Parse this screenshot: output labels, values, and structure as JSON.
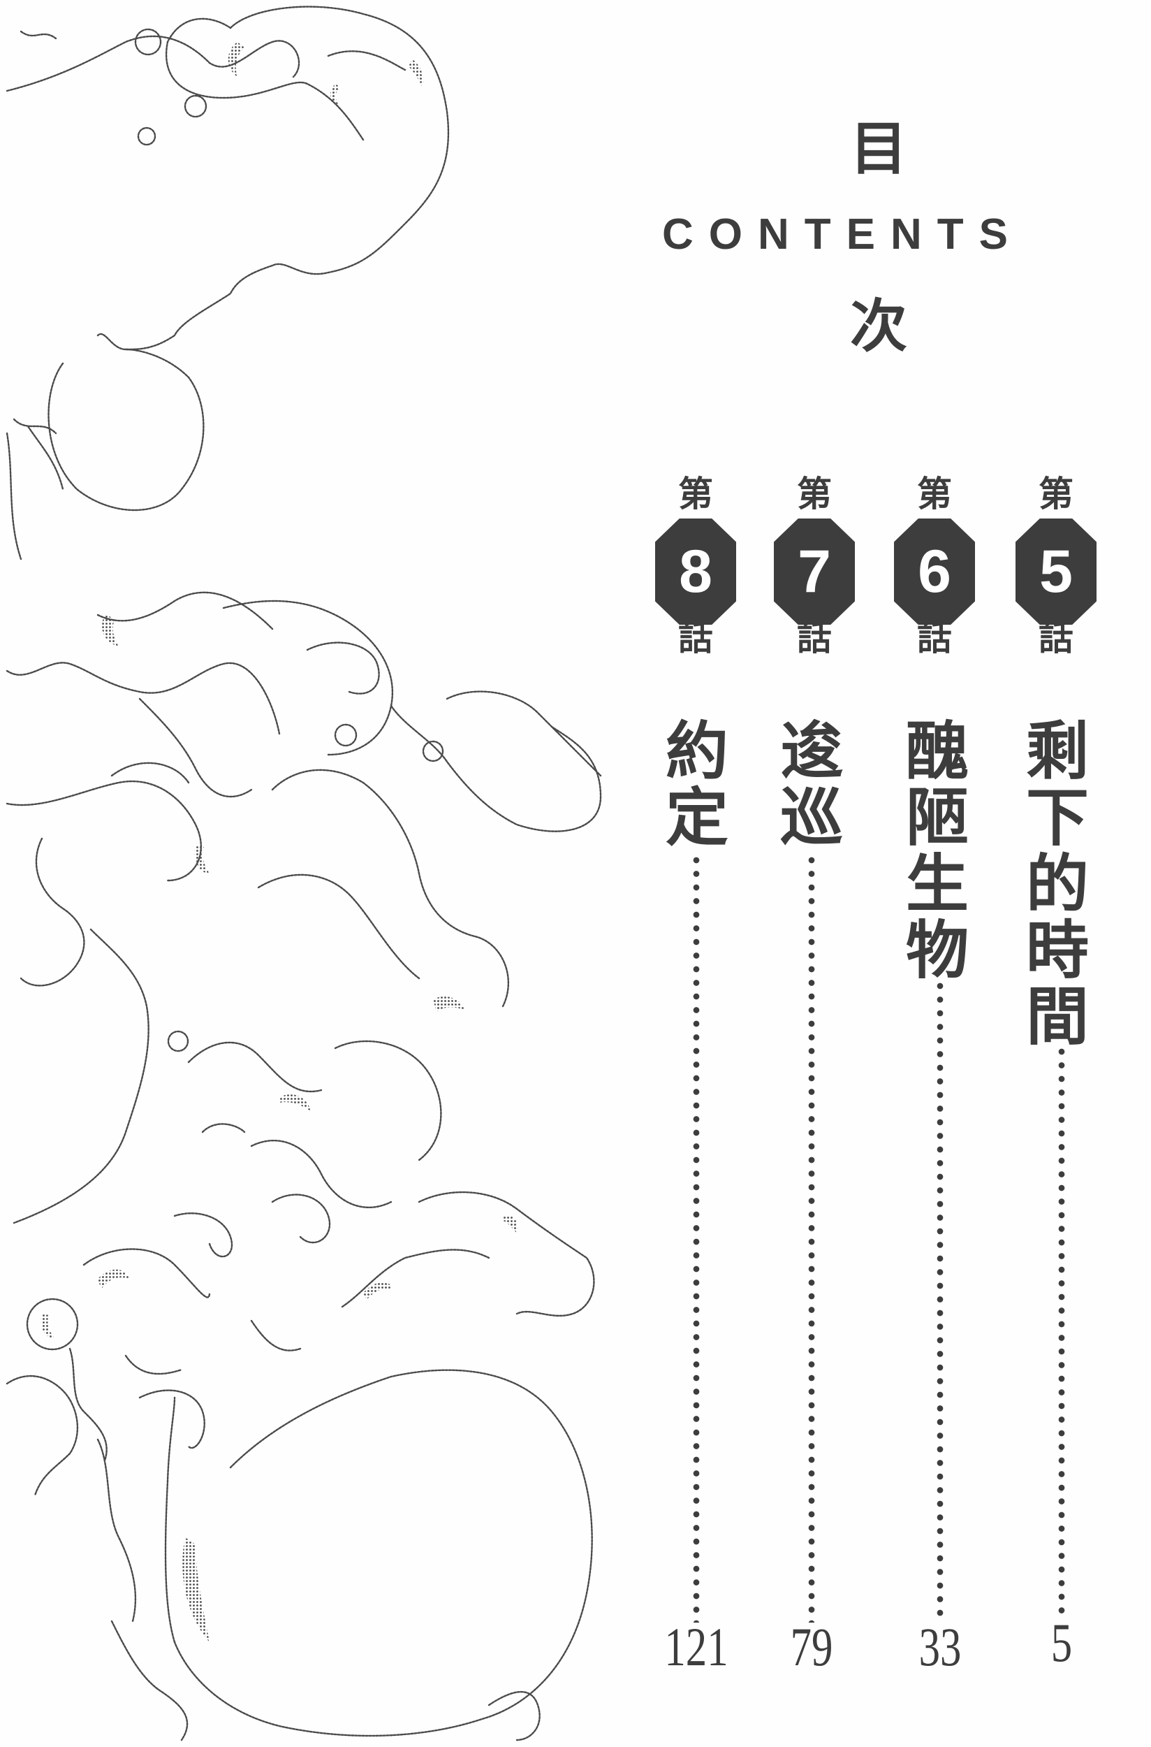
{
  "heading": {
    "top_char": "目",
    "english": "CONTENTS",
    "bottom_char": "次"
  },
  "episodes": [
    {
      "prefix": "第",
      "number": "8",
      "suffix": "話",
      "title_chars": [
        "約",
        "定"
      ],
      "title": "約定",
      "page": "121"
    },
    {
      "prefix": "第",
      "number": "7",
      "suffix": "話",
      "title_chars": [
        "逡",
        "巡"
      ],
      "title": "逡巡",
      "page": "79"
    },
    {
      "prefix": "第",
      "number": "6",
      "suffix": "話",
      "title_chars": [
        "醜",
        "陋",
        "生",
        "物"
      ],
      "title": "醜陋生物",
      "page": "33"
    },
    {
      "prefix": "第",
      "number": "5",
      "suffix": "話",
      "title_chars": [
        "剩",
        "下",
        "的",
        "時",
        "間"
      ],
      "title": "剩下的時間",
      "page": "5"
    }
  ],
  "illustration": {
    "description": "halftone ink line-art of swirling clouds and water bubbles",
    "ink_color": "#4a4a4a"
  },
  "colors": {
    "ink": "#3d3d3d",
    "paper": "#fefefe",
    "badge_text": "#ffffff"
  }
}
